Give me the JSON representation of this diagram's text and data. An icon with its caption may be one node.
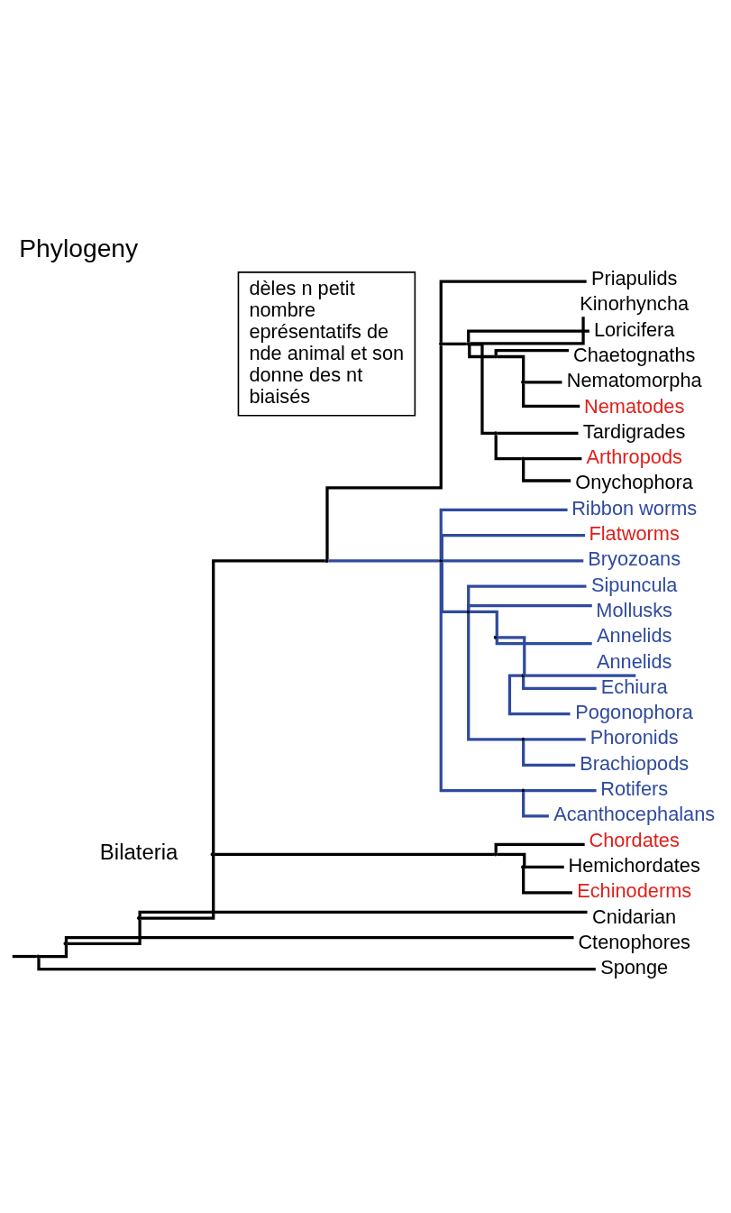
{
  "diagram": {
    "title": "Phylogeny",
    "nodes": [
      {
        "text": [
          "dèles n petit nombre eprésentatifs de nde animal et son donne des nt biaisés"
        ]
      },
      {
        "text": [
          "Chaetognaths"
        ]
      },
      {
        "text": [
          "Nematomorpha"
        ]
      },
      {
        "text": [
          "Nematodes"
        ]
      },
      {
        "text": [
          "Arthropods"
        ]
      },
      {
        "text": [
          "Onychophora"
        ]
      },
      {
        "text": [
          "Tardigrades"
        ]
      },
      {
        "text": [
          "Kinorhyncha"
        ]
      },
      {
        "text": [
          "Loricifera"
        ]
      },
      {
        "text": [
          "Priapulids"
        ]
      },
      {
        "text": [
          "Sipuncula"
        ]
      },
      {
        "text": [
          "Mollusks"
        ]
      },
      {
        "text": [
          "Annelids"
        ]
      },
      {
        "text": [
          "Echiura"
        ]
      },
      {
        "text": [
          "Pogonophora"
        ]
      },
      {
        "text": [
          "Annelids"
        ]
      },
      {
        "text": [
          "Phoronids"
        ]
      },
      {
        "text": [
          "Brachiopods"
        ]
      },
      {
        "text": [
          "Ribbon worms"
        ]
      },
      {
        "text": [
          "Flatworms"
        ]
      },
      {
        "text": [
          "Rotifers"
        ]
      },
      {
        "text": [
          "Acanthocephalans"
        ]
      },
      {
        "text": [
          "Bryozoans"
        ]
      },
      {
        "text": [
          "Hemichordates"
        ]
      },
      {
        "text": [
          "Echinoderms"
        ]
      },
      {
        "text": [
          "Chordates"
        ]
      },
      {
        "text": [
          "Cnidarian"
        ]
      },
      {
        "text": [
          "Ctenophores"
        ]
      },
      {
        "text": [
          "Sponge"
        ]
      },
      {
        "text": [],
        "shape": "point"
      },
      {
        "text": [],
        "shape": "point"
      },
      {
        "text": [],
        "shape": "point"
      },
      {
        "text": [],
        "shape": "point"
      },
      {
        "text": [],
        "shape": "point"
      },
      {
        "text": [],
        "shape": "point"
      },
      {
        "text": [],
        "shape": "point"
      },
      {
        "text": [],
        "shape": "point"
      },
      {
        "text": [],
        "shape": "point"
      },
      {
        "text": [],
        "shape": "point"
      },
      {
        "text": [],
        "shape": "point"
      },
      {
        "text": [],
        "shape": "point"
      },
      {
        "text": [],
        "shape": "point"
      },
      {
        "text": [],
        "shape": "point"
      },
      {
        "text": [],
        "shape": "point"
      },
      {
        "text": [],
        "shape": "point"
      },
      {
        "text": [],
        "shape": "point"
      },
      {
        "text": [],
        "shape": "point"
      },
      {
        "text": [],
        "shape": "point"
      }
    ],
    "edges": [
      {
        "from": null,
        "to": 29,
        "arrow": "none"
      },
      {
        "from": 29,
        "to": 30,
        "arrow": "none"
      },
      {
        "from": 29,
        "to": 28,
        "arrow": "none"
      },
      {
        "from": 30,
        "to": 31,
        "arrow": "none"
      },
      {
        "from": 30,
        "to": 27,
        "arrow": "none"
      },
      {
        "from": 31,
        "to": 32,
        "arrow": "none"
      },
      {
        "from": 31,
        "to": 26,
        "arrow": "none"
      },
      {
        "from": 32,
        "to": 33,
        "arrow": "none"
      },
      {
        "from": 32,
        "to": 41,
        "arrow": "none"
      },
      {
        "from": 33,
        "to": 34,
        "arrow": "none"
      },
      {
        "from": 33,
        "to": 35,
        "arrow": "none",
        "color": "#2f4a9f"
      },
      {
        "from": 34,
        "to": 36,
        "arrow": "none"
      },
      {
        "from": 34,
        "to": 9,
        "arrow": "none"
      },
      {
        "from": 36,
        "to": 38,
        "arrow": "none"
      },
      {
        "from": 36,
        "to": 39,
        "arrow": "none"
      },
      {
        "from": 36,
        "to": 7,
        "arrow": "none"
      },
      {
        "from": 36,
        "to": 8,
        "arrow": "none"
      },
      {
        "from": 38,
        "to": 1,
        "arrow": "none"
      },
      {
        "from": 38,
        "to": 42,
        "arrow": "none"
      },
      {
        "from": 42,
        "to": 2,
        "arrow": "none"
      },
      {
        "from": 42,
        "to": 3,
        "arrow": "none"
      },
      {
        "from": 39,
        "to": 43,
        "arrow": "none"
      },
      {
        "from": 39,
        "to": 6,
        "arrow": "none"
      },
      {
        "from": 43,
        "to": 4,
        "arrow": "none"
      },
      {
        "from": 43,
        "to": 5,
        "arrow": "none"
      },
      {
        "from": 35,
        "to": 37,
        "arrow": "none",
        "color": "#2f4a9f"
      },
      {
        "from": 35,
        "to": 18,
        "arrow": "none",
        "color": "#2f4a9f"
      },
      {
        "from": 35,
        "to": 19,
        "arrow": "none",
        "color": "#2f4a9f"
      },
      {
        "from": 35,
        "to": 46,
        "arrow": "none",
        "color": "#2f4a9f"
      },
      {
        "from": 35,
        "to": 22,
        "arrow": "none",
        "color": "#2f4a9f"
      },
      {
        "from": 37,
        "to": 10,
        "arrow": "none",
        "color": "#2f4a9f"
      },
      {
        "from": 37,
        "to": 11,
        "arrow": "none",
        "color": "#2f4a9f"
      },
      {
        "from": 37,
        "to": 40,
        "arrow": "none",
        "color": "#2f4a9f"
      },
      {
        "from": 37,
        "to": 45,
        "arrow": "none",
        "color": "#2f4a9f"
      },
      {
        "from": 40,
        "to": 44,
        "arrow": "none",
        "color": "#2f4a9f"
      },
      {
        "from": 40,
        "to": 15,
        "arrow": "none",
        "color": "#2f4a9f"
      },
      {
        "from": 44,
        "to": 12,
        "arrow": "none",
        "color": "#2f4a9f"
      },
      {
        "from": 44,
        "to": 13,
        "arrow": "none",
        "color": "#2f4a9f"
      },
      {
        "from": 44,
        "to": 14,
        "arrow": "none",
        "color": "#2f4a9f"
      },
      {
        "from": 45,
        "to": 16,
        "arrow": "none",
        "color": "#2f4a9f"
      },
      {
        "from": 45,
        "to": 17,
        "arrow": "none",
        "color": "#2f4a9f"
      },
      {
        "from": 46,
        "to": 20,
        "arrow": "none",
        "color": "#2f4a9f"
      },
      {
        "from": 46,
        "to": 21,
        "arrow": "none",
        "color": "#2f4a9f"
      },
      {
        "from": 41,
        "to": 47,
        "arrow": "none"
      },
      {
        "from": 41,
        "to": 25,
        "arrow": "none"
      },
      {
        "from": 47,
        "to": 23,
        "arrow": "none"
      },
      {
        "from": 47,
        "to": 24,
        "arrow": "none"
      }
    ],
    "labels": [
      "Bilateria"
    ]
  }
}
